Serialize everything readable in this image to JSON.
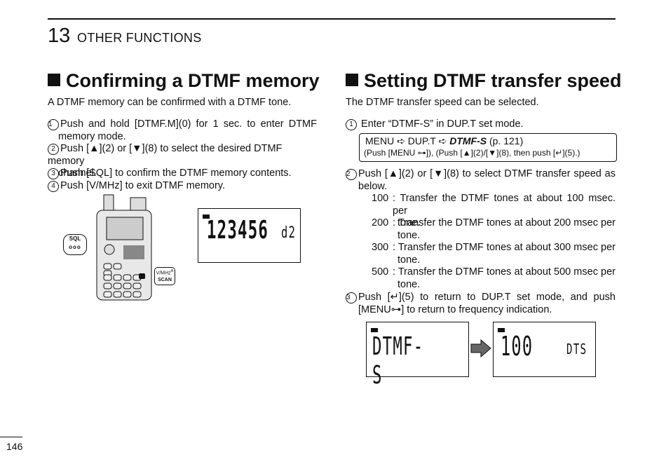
{
  "header": {
    "chapter_number": "13",
    "chapter_title": "OTHER FUNCTIONS"
  },
  "left": {
    "heading": "Confirming a DTMF memory",
    "intro": "A DTMF memory can be confirmed with a DTMF tone.",
    "steps": [
      {
        "num": "1",
        "line1": "Push and hold [DTMF.M](0) for 1 sec. to enter DTMF",
        "line2": "memory mode."
      },
      {
        "num": "2",
        "line1": "Push [▲](2) or [▼](8) to select the desired DTMF memory",
        "line2": "channel."
      },
      {
        "num": "3",
        "line1": "Push [SQL] to confirm the DTMF memory contents.",
        "line2": ""
      },
      {
        "num": "4",
        "line1": "Push [V/MHz] to exit DTMF memory.",
        "line2": ""
      }
    ],
    "radio_labels": {
      "sql": "SQL",
      "vmhz": "V/MHz",
      "a": "A",
      "scan": "SCAN"
    },
    "lcd": {
      "main": "123456",
      "sub": "d2"
    }
  },
  "right": {
    "heading": "Setting DTMF transfer speed",
    "intro": "The DTMF transfer speed can be selected.",
    "step1": {
      "num": "1",
      "text": "Enter “DTMF-S” in DUP.T set mode."
    },
    "menu_path": {
      "line1_a": "MENU",
      "line1_b": "DUP.T",
      "line1_c": "DTMF-S",
      "line1_d": "(p. 121)",
      "line2": "(Push [MENU ⊶]), (Push [▲](2)/[▼](8), then push [↵](5).)"
    },
    "step2": {
      "num": "2",
      "line1": "Push [▲](2) or [▼](8) to select DTMF transfer speed as",
      "line2": "below."
    },
    "options": [
      {
        "value": "100",
        "line1": ": Transfer the DTMF tones at about 100 msec. per",
        "line2": "tone."
      },
      {
        "value": "200",
        "line1": ": Transfer the DTMF tones at about 200 msec per",
        "line2": "tone."
      },
      {
        "value": "300",
        "line1": ": Transfer the DTMF tones at about 300 msec per",
        "line2": "tone."
      },
      {
        "value": "500",
        "line1": ": Transfer the DTMF tones at about 500 msec per",
        "line2": "tone."
      }
    ],
    "step3": {
      "num": "3",
      "line1": "Push [↵](5) to return to DUP.T set mode, and push",
      "line2": "[MENU⊶] to return to frequency indication."
    },
    "lcd1": {
      "main": "DTMF-S"
    },
    "lcd2": {
      "main": "100",
      "sub": "DTS"
    }
  },
  "footer": {
    "page_number": "146"
  }
}
